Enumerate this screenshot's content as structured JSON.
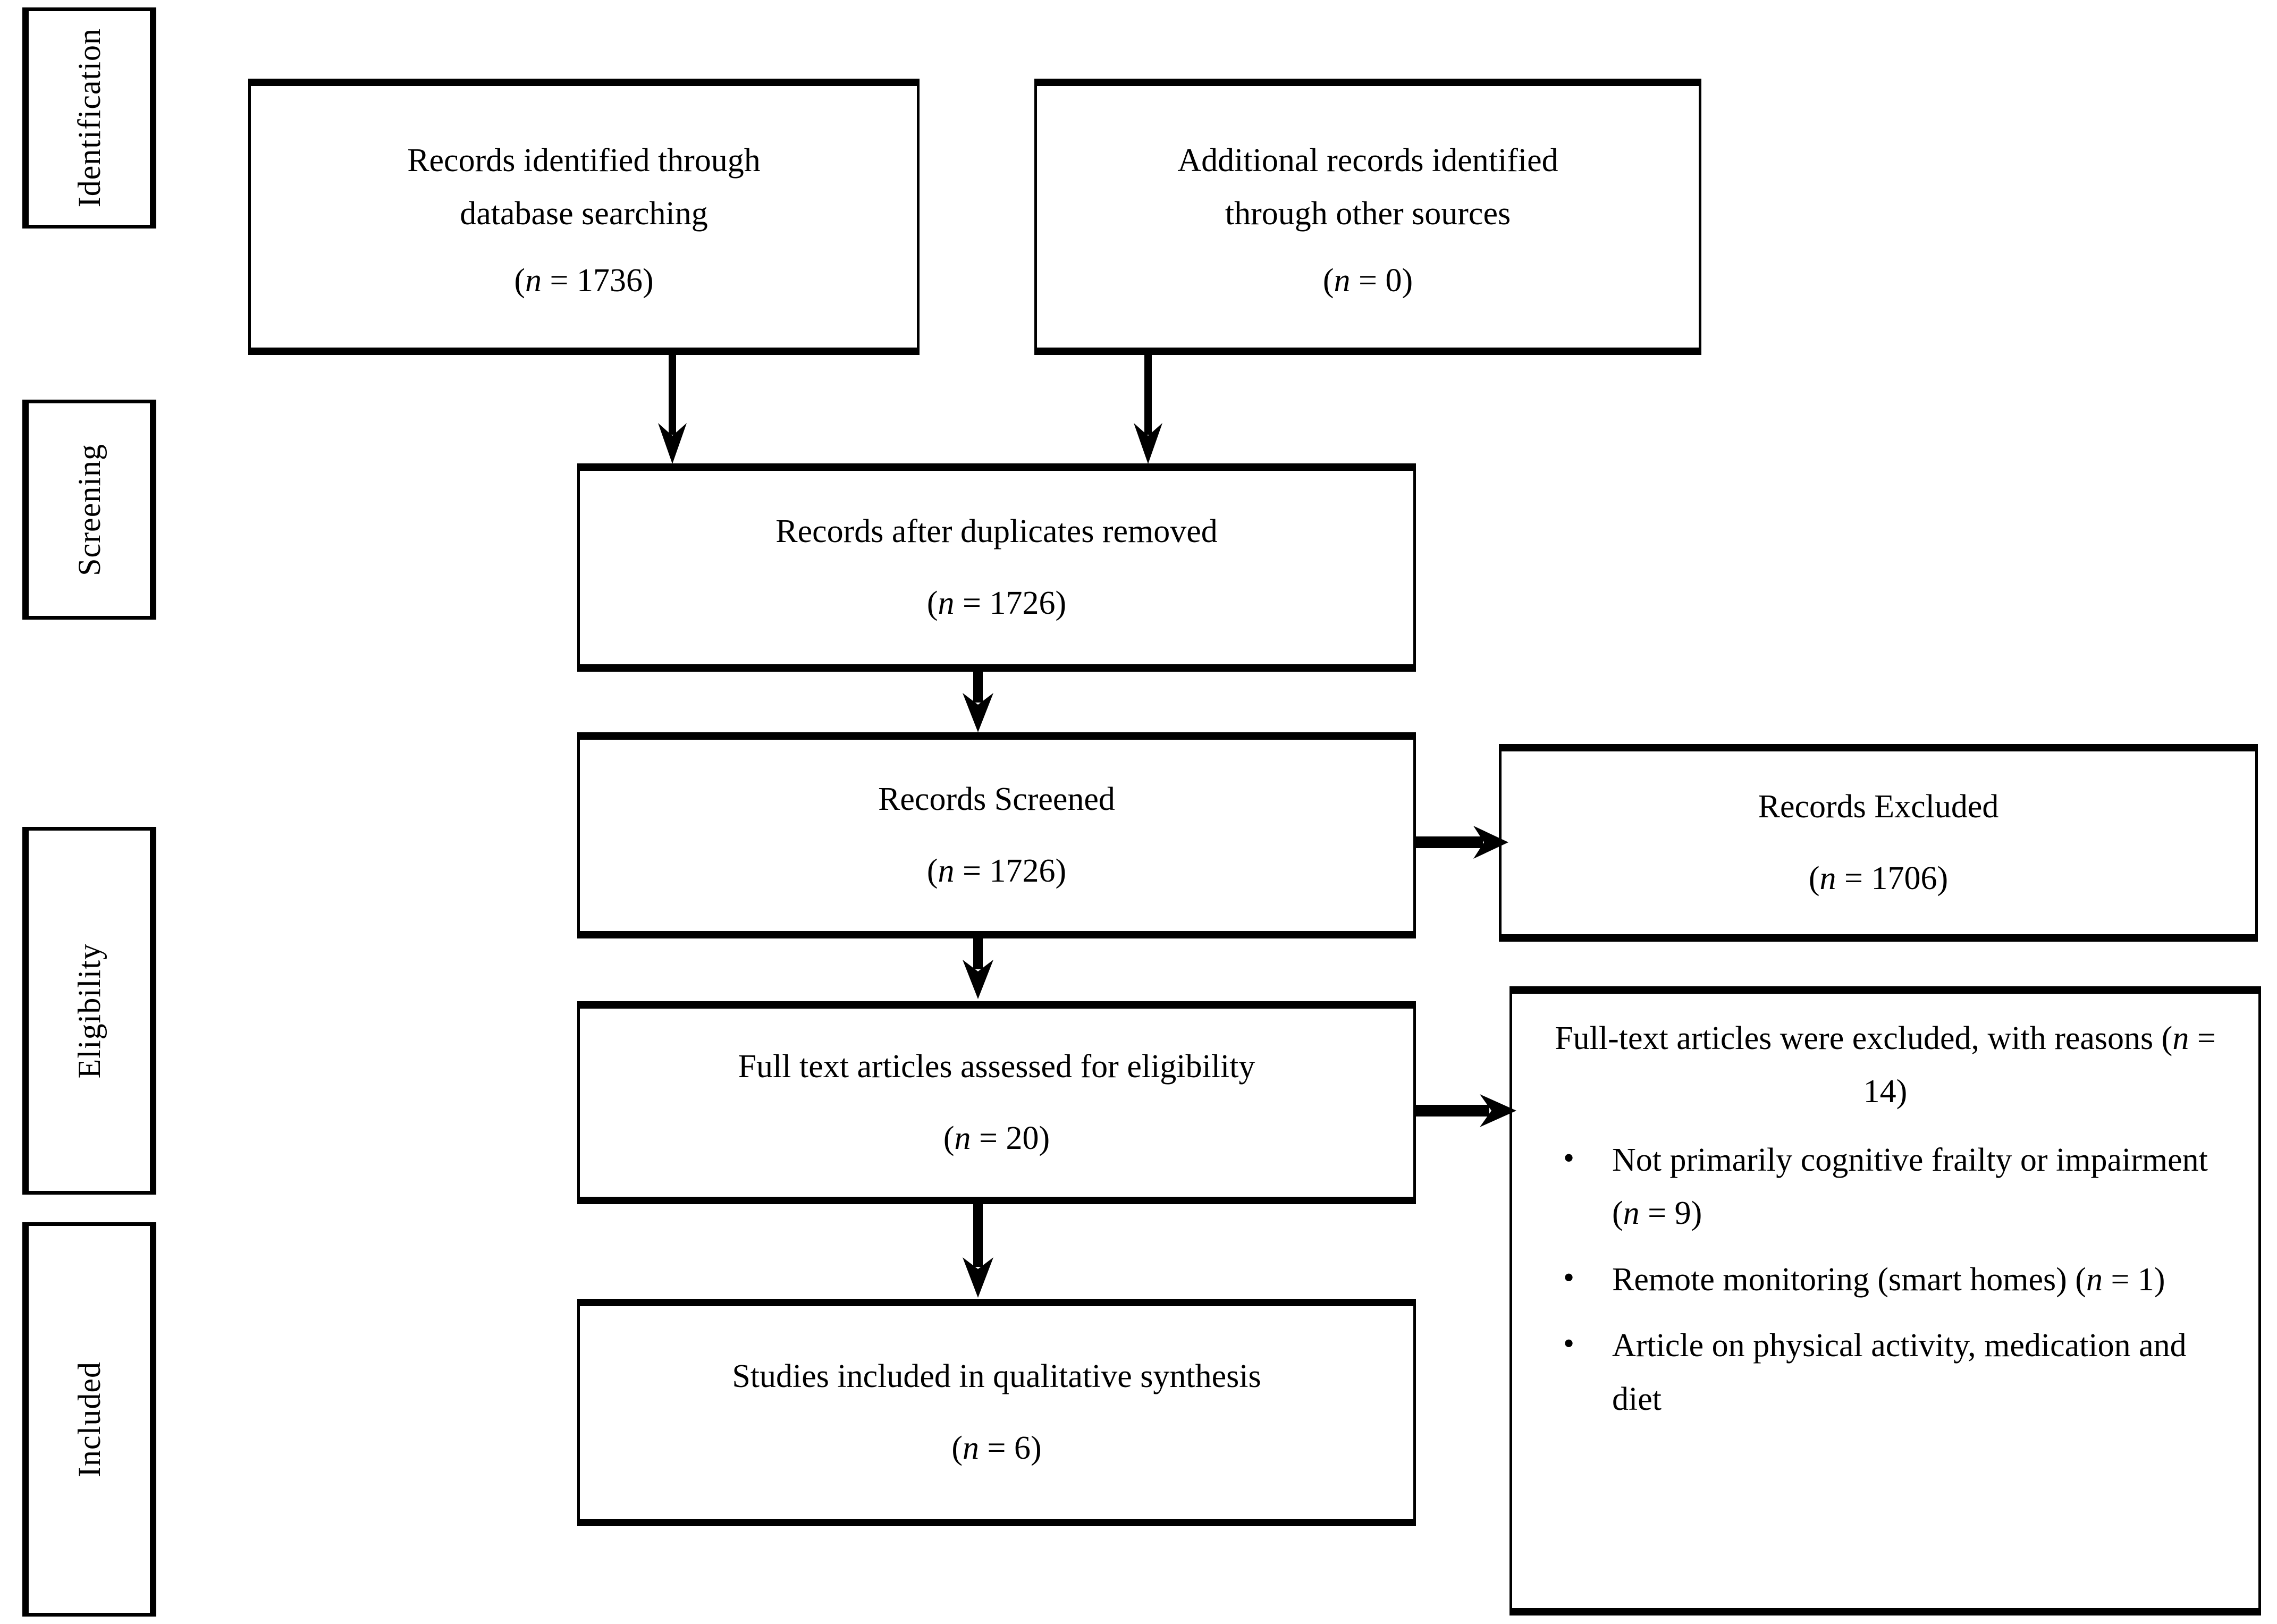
{
  "diagram": {
    "type": "prisma-flow-diagram",
    "colors": {
      "stroke": "#000000",
      "background": "#ffffff"
    }
  },
  "stages": [
    {
      "id": "identification",
      "label": "Identification"
    },
    {
      "id": "screening",
      "label": "Screening"
    },
    {
      "id": "eligibility",
      "label": "Eligibility"
    },
    {
      "id": "included",
      "label": "Included"
    }
  ],
  "boxes": {
    "database_search": {
      "line1": "Records identified through",
      "line2": "database searching",
      "count_prefix": "(",
      "count_var": "n",
      "count_mid": " = ",
      "count_value": "1736",
      "count_suffix": ")"
    },
    "other_sources": {
      "line1": "Additional records identified",
      "line2": "through other sources",
      "count_prefix": "(",
      "count_var": "n",
      "count_mid": " = ",
      "count_value": "0",
      "count_suffix": ")"
    },
    "duplicates_removed": {
      "line1": "Records after duplicates removed",
      "count_prefix": "(",
      "count_var": "n",
      "count_mid": " = ",
      "count_value": "1726",
      "count_suffix": ")"
    },
    "records_screened": {
      "line1": "Records Screened",
      "count_prefix": "(",
      "count_var": "n",
      "count_mid": " = ",
      "count_value": "1726",
      "count_suffix": ")"
    },
    "records_excluded": {
      "line1": "Records Excluded",
      "count_prefix": "(",
      "count_var": "n",
      "count_mid": " = ",
      "count_value": "1706",
      "count_suffix": ")"
    },
    "full_text_assessed": {
      "line1": "Full text articles assessed for eligibility",
      "count_prefix": "(",
      "count_var": "n",
      "count_mid": " = ",
      "count_value": "20",
      "count_suffix": ")"
    },
    "studies_included": {
      "line1": "Studies included in qualitative synthesis",
      "count_prefix": "(",
      "count_var": "n",
      "count_mid": " = ",
      "count_value": "6",
      "count_suffix": ")"
    },
    "full_text_excluded": {
      "head_part1": "Full-text articles were excluded, with reasons (",
      "head_var": "n",
      "head_mid": " = ",
      "head_value": "14",
      "head_suffix": ")",
      "reasons": [
        {
          "text_part1": "Not primarily cognitive frailty or impairment (",
          "var": "n",
          "mid": " = ",
          "value": "9",
          "suffix": ")"
        },
        {
          "text_part1": "Remote monitoring (smart homes) (",
          "var": "n",
          "mid": " = ",
          "value": "1",
          "suffix": ")"
        },
        {
          "text_part1": "Article on physical activity, medication and diet",
          "var": "",
          "mid": "",
          "value": "",
          "suffix": ""
        }
      ]
    }
  },
  "chart_data": {
    "type": "diagram",
    "title": "PRISMA flow diagram",
    "nodes": [
      {
        "id": "database_search",
        "stage": "Identification",
        "label": "Records identified through database searching",
        "n": 1736
      },
      {
        "id": "other_sources",
        "stage": "Identification",
        "label": "Additional records identified through other sources",
        "n": 0
      },
      {
        "id": "duplicates_removed",
        "stage": "Screening",
        "label": "Records after duplicates removed",
        "n": 1726
      },
      {
        "id": "records_screened",
        "stage": "Screening",
        "label": "Records Screened",
        "n": 1726
      },
      {
        "id": "records_excluded",
        "stage": "Screening",
        "label": "Records Excluded",
        "n": 1706
      },
      {
        "id": "full_text_assessed",
        "stage": "Eligibility",
        "label": "Full text articles assessed for eligibility",
        "n": 20
      },
      {
        "id": "full_text_excluded",
        "stage": "Eligibility",
        "label": "Full-text articles were excluded, with reasons",
        "n": 14
      },
      {
        "id": "studies_included",
        "stage": "Included",
        "label": "Studies included in qualitative synthesis",
        "n": 6
      }
    ],
    "edges": [
      {
        "from": "database_search",
        "to": "duplicates_removed",
        "direction": "down"
      },
      {
        "from": "other_sources",
        "to": "duplicates_removed",
        "direction": "down"
      },
      {
        "from": "duplicates_removed",
        "to": "records_screened",
        "direction": "down"
      },
      {
        "from": "records_screened",
        "to": "records_excluded",
        "direction": "right"
      },
      {
        "from": "records_screened",
        "to": "full_text_assessed",
        "direction": "down"
      },
      {
        "from": "full_text_assessed",
        "to": "full_text_excluded",
        "direction": "right"
      },
      {
        "from": "full_text_assessed",
        "to": "studies_included",
        "direction": "down"
      }
    ]
  }
}
